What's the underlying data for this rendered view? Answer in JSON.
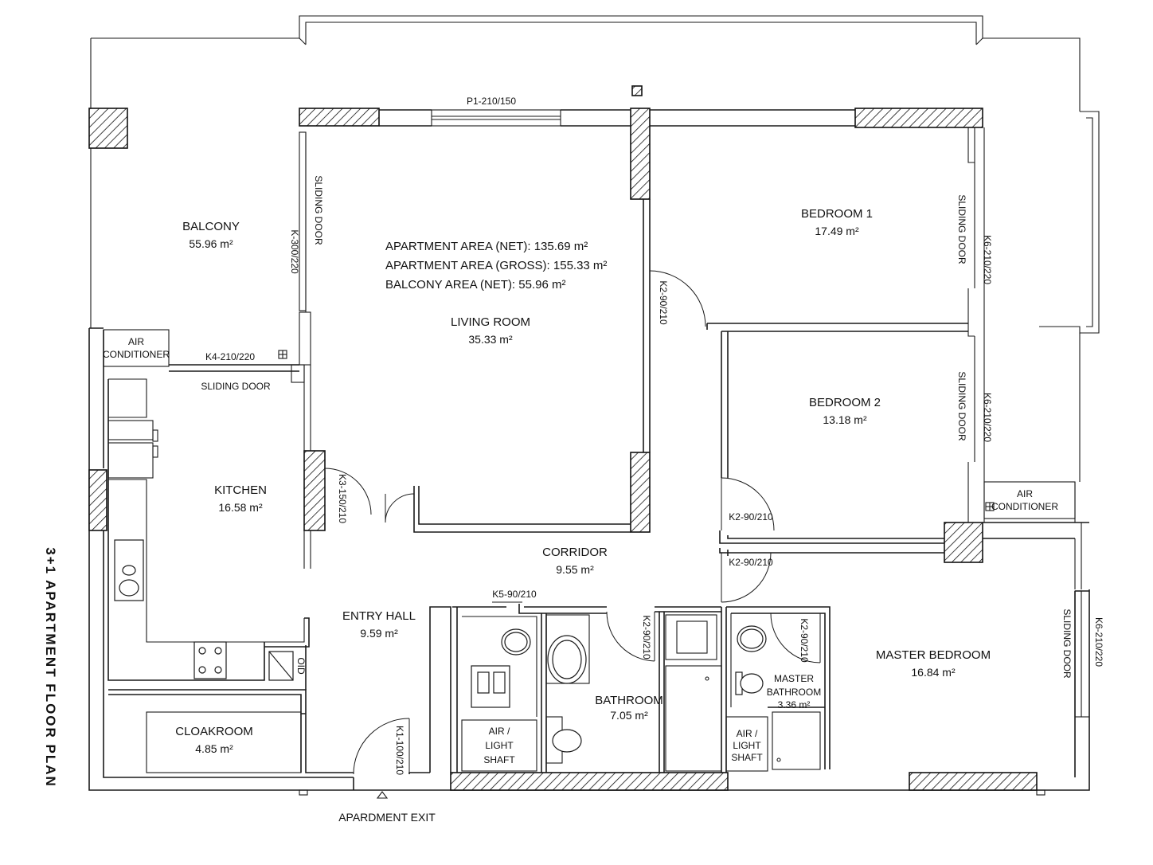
{
  "title": "3+1 APARTMENT FLOOR PLAN",
  "summary": {
    "net": "APARTMENT AREA (NET):  135.69 m²",
    "gross": "APARTMENT AREA (GROSS): 155.33 m²",
    "balcony": "BALCONY AREA (NET):  55.96 m²"
  },
  "rooms": {
    "balcony": {
      "name": "BALCONY",
      "area": "55.96 m²"
    },
    "living": {
      "name": "LIVING ROOM",
      "area": "35.33 m²"
    },
    "bedroom1": {
      "name": "BEDROOM 1",
      "area": "17.49 m²"
    },
    "bedroom2": {
      "name": "BEDROOM 2",
      "area": "13.18 m²"
    },
    "kitchen": {
      "name": "KITCHEN",
      "area": "16.58 m²"
    },
    "corridor": {
      "name": "CORRIDOR",
      "area": "9.55 m²"
    },
    "entry": {
      "name": "ENTRY HALL",
      "area": "9.59 m²"
    },
    "bathroom": {
      "name": "BATHROOM",
      "area": "7.05 m²"
    },
    "master_bedroom": {
      "name": "MASTER BEDROOM",
      "area": "16.84 m²"
    },
    "master_bathroom": {
      "line1": "MASTER",
      "line2": "BATHROOM",
      "area": "3.36 m²"
    },
    "cloakroom": {
      "name": "CLOAKROOM",
      "area": "4.85 m²"
    }
  },
  "utilities": {
    "ac_left": {
      "line1": "AIR",
      "line2": "CONDITIONER"
    },
    "ac_right": {
      "line1": "AIR",
      "line2": "CONDITIONER"
    },
    "shaft_left": {
      "line1": "AIR /",
      "line2": "LIGHT",
      "line3": "SHAFT"
    },
    "shaft_right": {
      "line1": "AIR /",
      "line2": "LIGHT",
      "line3": "SHAFT"
    },
    "oven_mark": "OID"
  },
  "labels": {
    "p1": "P1-210/150",
    "k300": "K-300/220",
    "k4": "K4-210/220",
    "sliding": "SLIDING DOOR",
    "k3": "K3-150/210",
    "k2": "K2-90/210",
    "k6": "K6-210/220",
    "k5": "K5-90/210",
    "k1": "K1-100/210",
    "exit": "APARDMENT EXIT"
  }
}
